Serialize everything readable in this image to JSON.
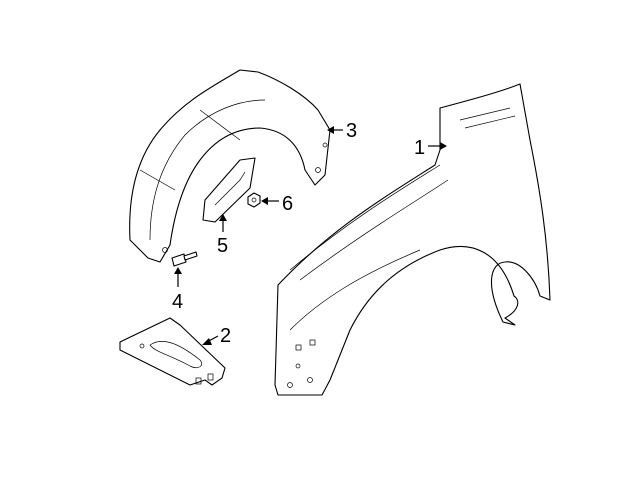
{
  "diagram": {
    "callouts": [
      {
        "id": "1",
        "part": "fender"
      },
      {
        "id": "2",
        "part": "lower-bracket"
      },
      {
        "id": "3",
        "part": "fender-liner"
      },
      {
        "id": "4",
        "part": "bolt"
      },
      {
        "id": "5",
        "part": "splash-shield"
      },
      {
        "id": "6",
        "part": "nut"
      }
    ]
  }
}
